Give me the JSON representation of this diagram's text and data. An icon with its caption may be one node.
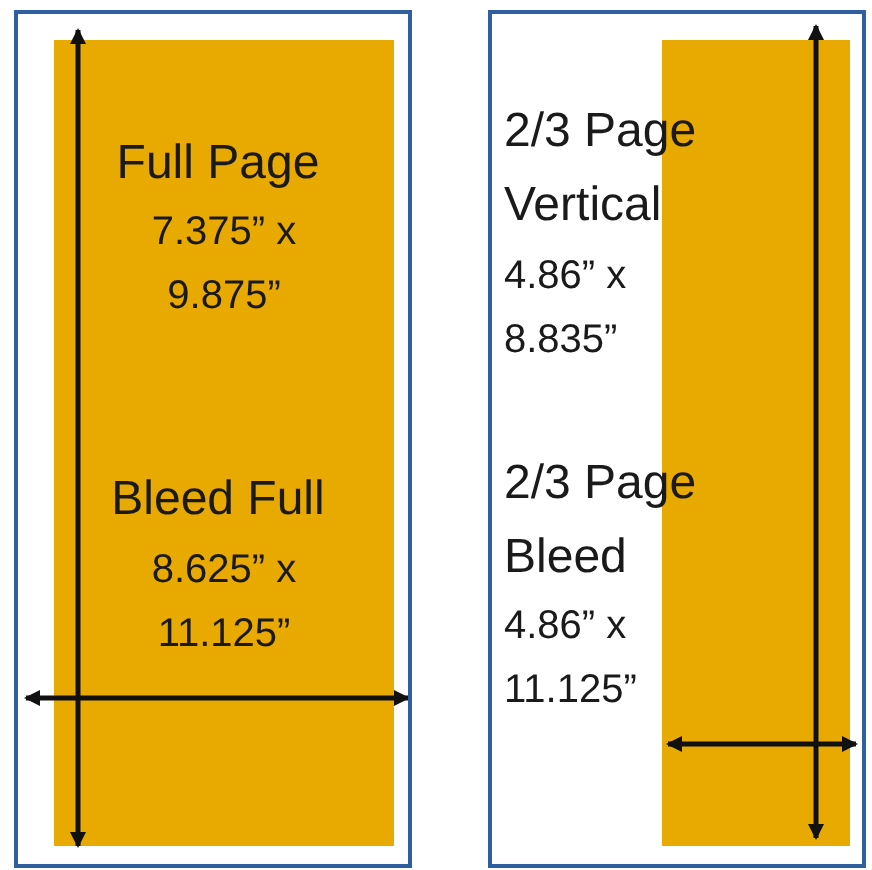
{
  "diagram": {
    "nodes": [
      {
        "text": [
          "Full Page",
          "7.375” x 9.875”",
          "Bleed Full",
          "8.625” x 11.125”"
        ]
      },
      {
        "text": [
          "2/3 Page Vertical",
          "4.86” x 8.835”",
          "2/3 Page Bleed",
          "4.86” x 11.125”"
        ]
      }
    ]
  }
}
